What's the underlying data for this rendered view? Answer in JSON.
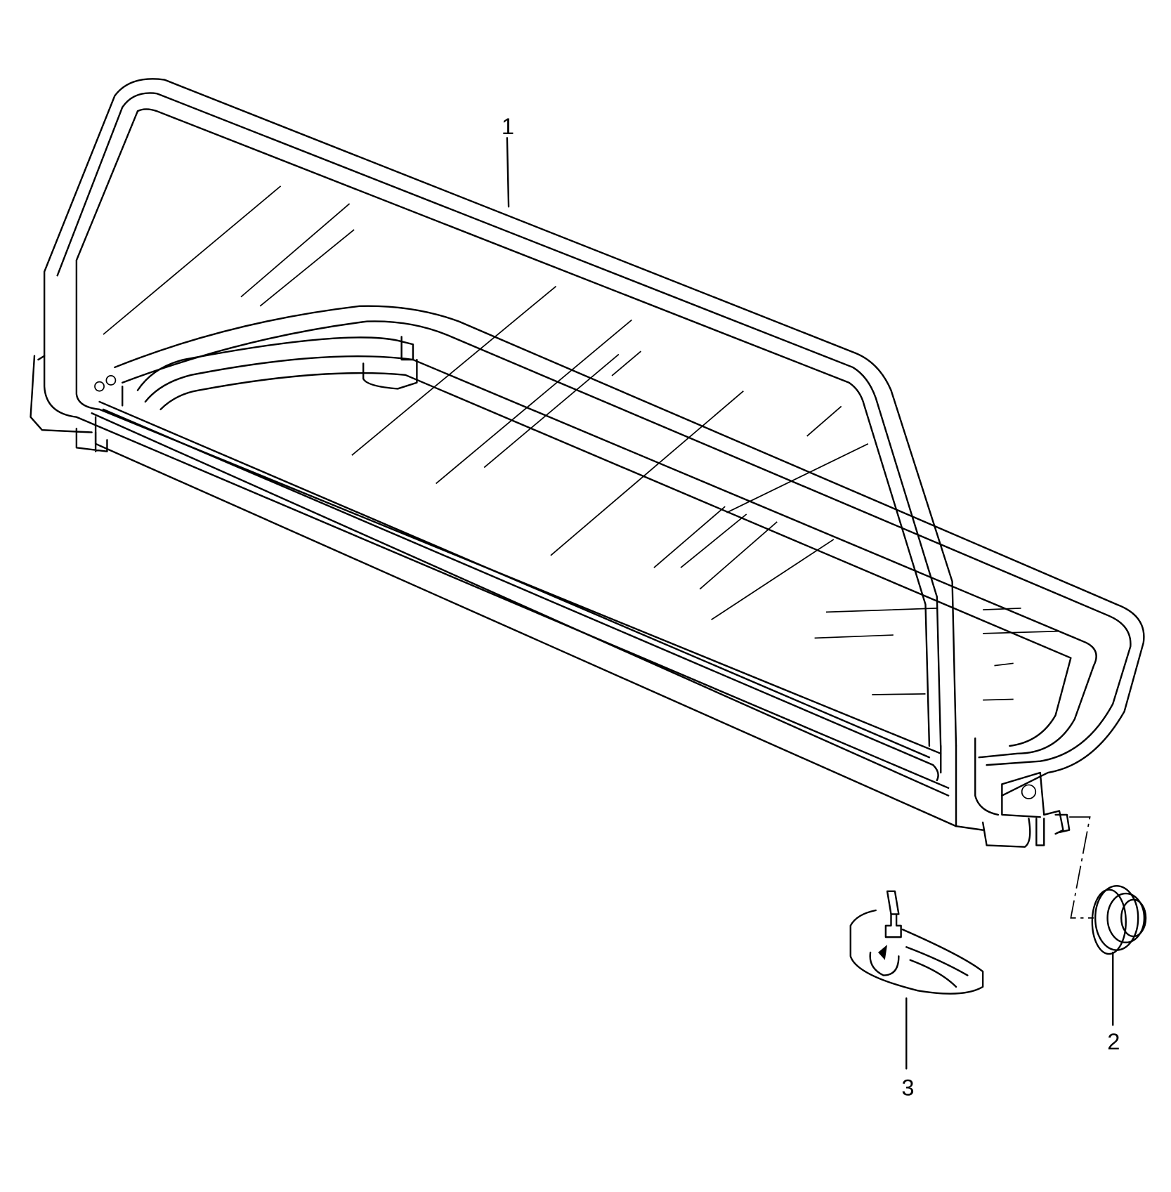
{
  "diagram": {
    "type": "exploded parts diagram",
    "callouts": [
      {
        "id": "1",
        "label": "1"
      },
      {
        "id": "2",
        "label": "2"
      },
      {
        "id": "3",
        "label": "3"
      }
    ]
  }
}
